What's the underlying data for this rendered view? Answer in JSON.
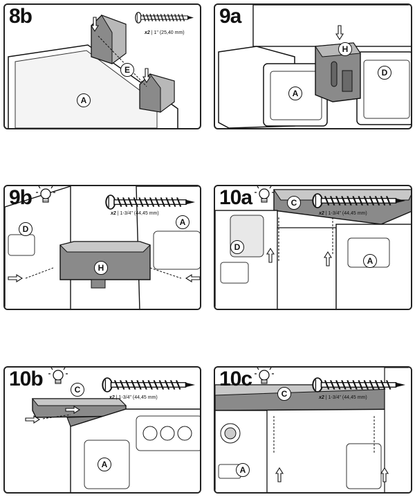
{
  "panels": [
    {
      "step": "8b",
      "qty": "x2",
      "size": "1\" (25,40 mm)",
      "labels": {
        "a": "A",
        "e": "E"
      }
    },
    {
      "step": "9a",
      "labels": {
        "h": "H",
        "a": "A",
        "d": "D"
      }
    },
    {
      "step": "9b",
      "qty": "x2",
      "size": "1-3/4\" (44,45 mm)",
      "labels": {
        "d": "D",
        "a": "A",
        "h": "H"
      }
    },
    {
      "step": "10a",
      "qty": "x2",
      "size": "1-3/4\" (44,45 mm)",
      "labels": {
        "c": "C",
        "d": "D",
        "a": "A"
      }
    },
    {
      "step": "10b",
      "qty": "x2",
      "size": "1-3/4\" (44,45 mm)",
      "labels": {
        "c": "C",
        "a": "A"
      }
    },
    {
      "step": "10c",
      "qty": "x2",
      "size": "1-3/4\" (44,45 mm)",
      "labels": {
        "c": "C",
        "a": "A"
      }
    }
  ],
  "icons": [
    "screw-icon",
    "lightbulb-icon",
    "arrow-icon"
  ]
}
